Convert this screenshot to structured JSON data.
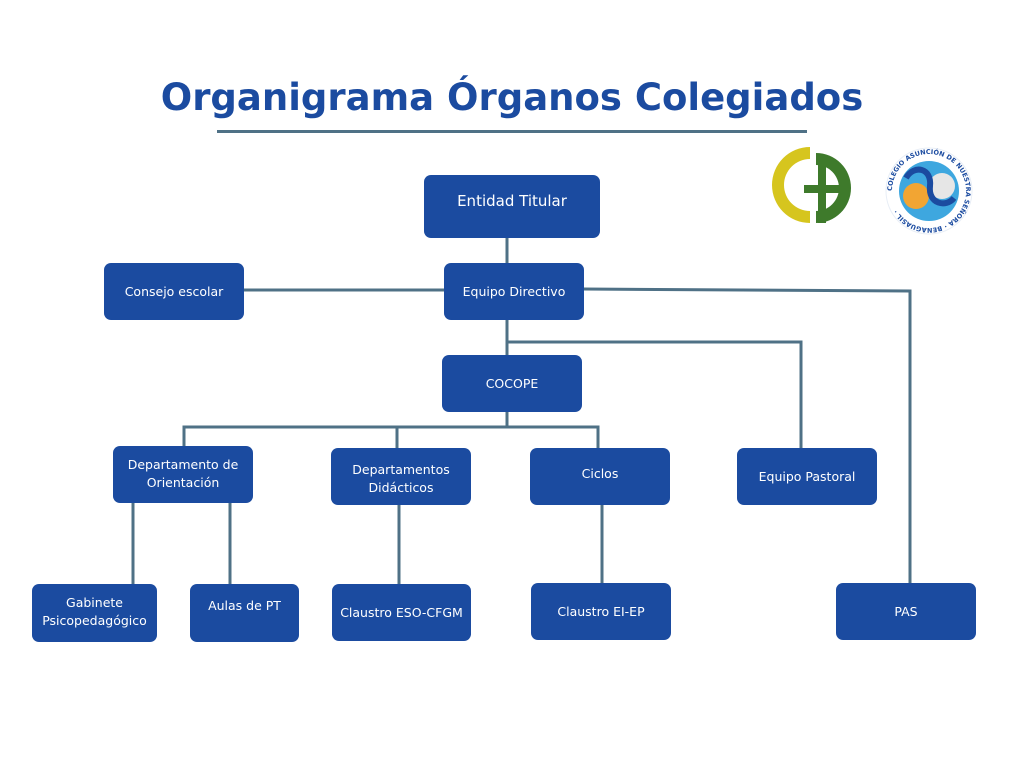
{
  "title": "Organigrama Órganos Colegiados",
  "colors": {
    "node_fill": "#1b4ba0",
    "node_text": "#ffffff",
    "title": "#1b4ba0",
    "connector": "#4f7186"
  },
  "logos": {
    "left": {
      "icon": "cross-circle-logo-icon",
      "colors": [
        "#d6c51e",
        "#3e7a2b"
      ]
    },
    "right": {
      "icon": "school-seal-logo-icon",
      "text": "COLEGIO ASUNCIÓN DE NUESTRA SEÑORA · BENAGUASIL ·"
    }
  },
  "nodes": {
    "entidad_titular": "Entidad Titular",
    "consejo_escolar": "Consejo escolar",
    "equipo_directivo": "Equipo Directivo",
    "cocope": "COCOPE",
    "dep_orientacion_l1": "Departamento de",
    "dep_orientacion_l2": "Orientación",
    "dep_didacticos_l1": "Departamentos",
    "dep_didacticos_l2": "Didácticos",
    "ciclos": "Ciclos",
    "equipo_pastoral": "Equipo Pastoral",
    "gabinete_l1": "Gabinete",
    "gabinete_l2": "Psicopedagógico",
    "aulas_pt": "Aulas de PT",
    "claustro_eso": "Claustro ESO-CFGM",
    "claustro_ei": "Claustro EI-EP",
    "pas": "PAS"
  },
  "edges": [
    [
      "Entidad Titular",
      "Equipo Directivo"
    ],
    [
      "Equipo Directivo",
      "Consejo escolar"
    ],
    [
      "Equipo Directivo",
      "PAS"
    ],
    [
      "Equipo Directivo",
      "COCOPE"
    ],
    [
      "Equipo Directivo",
      "Equipo Pastoral"
    ],
    [
      "COCOPE",
      "Departamento de Orientación"
    ],
    [
      "COCOPE",
      "Departamentos Didácticos"
    ],
    [
      "COCOPE",
      "Ciclos"
    ],
    [
      "Departamento de Orientación",
      "Gabinete Psicopedagógico"
    ],
    [
      "Departamento de Orientación",
      "Aulas de PT"
    ],
    [
      "Departamentos Didácticos",
      "Claustro ESO-CFGM"
    ],
    [
      "Ciclos",
      "Claustro EI-EP"
    ]
  ]
}
